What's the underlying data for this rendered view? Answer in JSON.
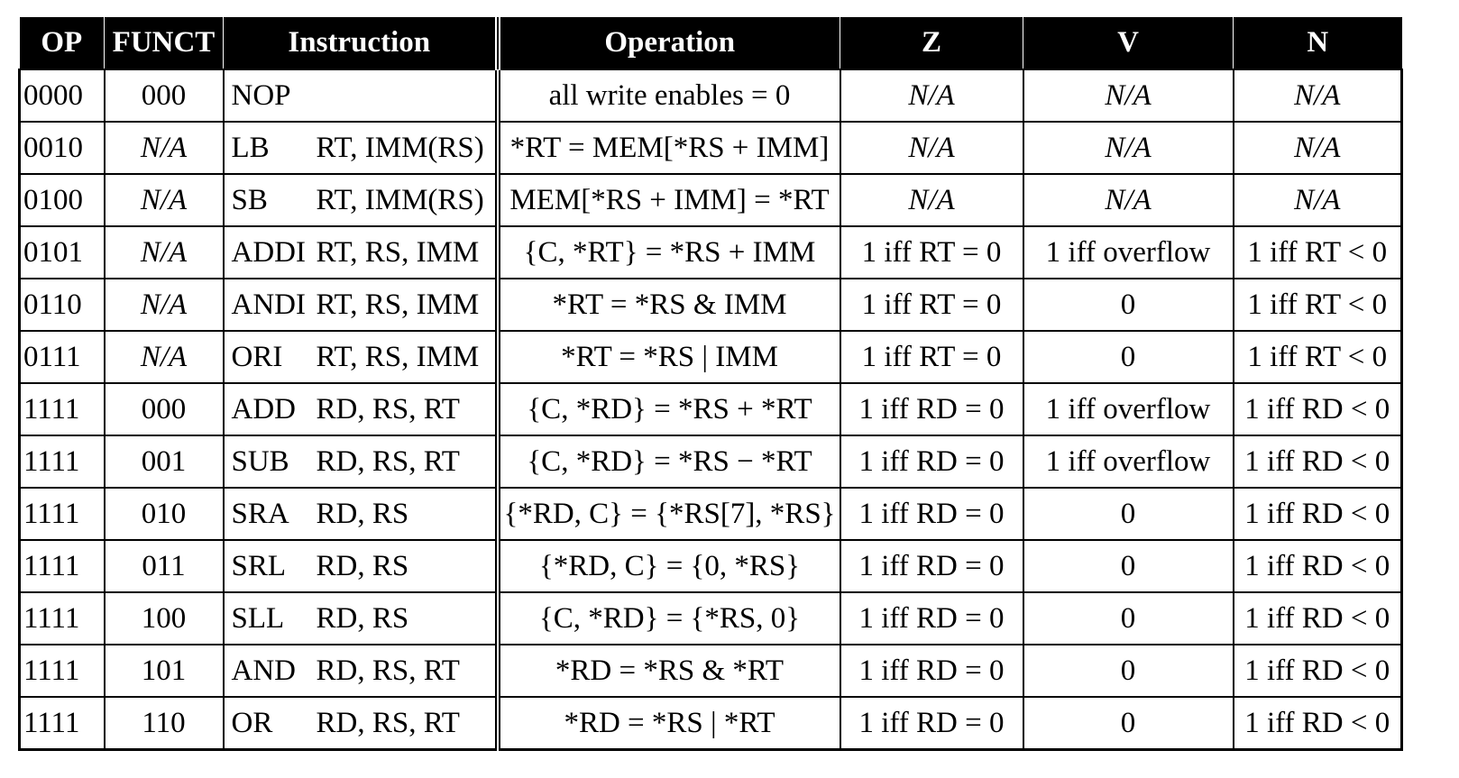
{
  "headers": {
    "op": "OP",
    "funct": "FUNCT",
    "instruction": "Instruction",
    "operation": "Operation",
    "z": "Z",
    "v": "V",
    "n": "N"
  },
  "rows": [
    {
      "op": "0000",
      "funct": "000",
      "mnemonic": "NOP",
      "args": "",
      "operation": "all write enables = 0",
      "z": "N/A",
      "v": "N/A",
      "n": "N/A"
    },
    {
      "op": "0010",
      "funct": "N/A",
      "mnemonic": "LB",
      "args": "RT, IMM(RS)",
      "operation": "*RT = MEM[*RS + IMM]",
      "z": "N/A",
      "v": "N/A",
      "n": "N/A"
    },
    {
      "op": "0100",
      "funct": "N/A",
      "mnemonic": "SB",
      "args": "RT, IMM(RS)",
      "operation": "MEM[*RS + IMM] = *RT",
      "z": "N/A",
      "v": "N/A",
      "n": "N/A"
    },
    {
      "op": "0101",
      "funct": "N/A",
      "mnemonic": "ADDI",
      "args": "RT, RS, IMM",
      "operation": "{C, *RT} = *RS + IMM",
      "z": "1 iff RT = 0",
      "v": "1 iff overflow",
      "n": "1 iff RT < 0"
    },
    {
      "op": "0110",
      "funct": "N/A",
      "mnemonic": "ANDI",
      "args": "RT, RS, IMM",
      "operation": "*RT = *RS & IMM",
      "z": "1 iff RT = 0",
      "v": "0",
      "n": "1 iff RT < 0"
    },
    {
      "op": "0111",
      "funct": "N/A",
      "mnemonic": "ORI",
      "args": "RT, RS, IMM",
      "operation": "*RT = *RS | IMM",
      "z": "1 iff RT = 0",
      "v": "0",
      "n": "1 iff RT < 0"
    },
    {
      "op": "1111",
      "funct": "000",
      "mnemonic": "ADD",
      "args": "RD, RS, RT",
      "operation": "{C, *RD} = *RS + *RT",
      "z": "1 iff RD = 0",
      "v": "1 iff overflow",
      "n": "1 iff RD < 0"
    },
    {
      "op": "1111",
      "funct": "001",
      "mnemonic": "SUB",
      "args": "RD, RS, RT",
      "operation": "{C, *RD} = *RS − *RT",
      "z": "1 iff RD = 0",
      "v": "1 iff overflow",
      "n": "1 iff RD < 0"
    },
    {
      "op": "1111",
      "funct": "010",
      "mnemonic": "SRA",
      "args": "RD, RS",
      "operation": "{*RD, C} = {*RS[7], *RS}",
      "z": "1 iff RD = 0",
      "v": "0",
      "n": "1 iff RD < 0"
    },
    {
      "op": "1111",
      "funct": "011",
      "mnemonic": "SRL",
      "args": "RD, RS",
      "operation": "{*RD, C} = {0, *RS}",
      "z": "1 iff RD = 0",
      "v": "0",
      "n": "1 iff RD < 0"
    },
    {
      "op": "1111",
      "funct": "100",
      "mnemonic": "SLL",
      "args": "RD, RS",
      "operation": "{C, *RD} = {*RS, 0}",
      "z": "1 iff RD = 0",
      "v": "0",
      "n": "1 iff RD < 0"
    },
    {
      "op": "1111",
      "funct": "101",
      "mnemonic": "AND",
      "args": "RD, RS, RT",
      "operation": "*RD = *RS & *RT",
      "z": "1 iff RD = 0",
      "v": "0",
      "n": "1 iff RD < 0"
    },
    {
      "op": "1111",
      "funct": "110",
      "mnemonic": "OR",
      "args": "RD, RS, RT",
      "operation": "*RD = *RS | *RT",
      "z": "1 iff RD = 0",
      "v": "0",
      "n": "1 iff RD < 0"
    }
  ]
}
